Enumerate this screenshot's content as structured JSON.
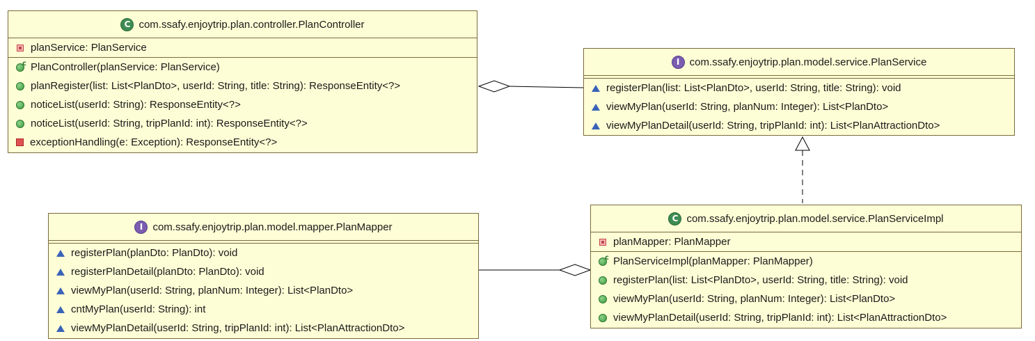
{
  "classes": {
    "plan_controller": {
      "title": "com.ssafy.enjoytrip.plan.controller.PlanController",
      "fields": [
        "planService: PlanService"
      ],
      "methods": [
        "PlanController(planService: PlanService)",
        "planRegister(list: List<PlanDto>, userId: String, title: String): ResponseEntity<?>",
        "noticeList(userId: String): ResponseEntity<?>",
        "noticeList(userId: String, tripPlanId: int): ResponseEntity<?>",
        "exceptionHandling(e: Exception): ResponseEntity<?>"
      ]
    },
    "plan_service": {
      "title": "com.ssafy.enjoytrip.plan.model.service.PlanService",
      "methods": [
        "registerPlan(list: List<PlanDto>, userId: String, title: String): void",
        "viewMyPlan(userId: String, planNum: Integer): List<PlanDto>",
        "viewMyPlanDetail(userId: String, tripPlanId: int): List<PlanAttractionDto>"
      ]
    },
    "plan_mapper": {
      "title": "com.ssafy.enjoytrip.plan.model.mapper.PlanMapper",
      "methods": [
        "registerPlan(planDto: PlanDto): void",
        "registerPlanDetail(planDto: PlanDto): void",
        "viewMyPlan(userId: String, planNum: Integer): List<PlanDto>",
        "cntMyPlan(userId: String): int",
        "viewMyPlanDetail(userId: String, tripPlanId: int): List<PlanAttractionDto>"
      ]
    },
    "plan_service_impl": {
      "title": "com.ssafy.enjoytrip.plan.model.service.PlanServiceImpl",
      "fields": [
        "planMapper: PlanMapper"
      ],
      "methods": [
        "PlanServiceImpl(planMapper: PlanMapper)",
        "registerPlan(list: List<PlanDto>, userId: String, title: String): void",
        "viewMyPlan(userId: String, planNum: Integer): List<PlanDto>",
        "viewMyPlanDetail(userId: String, tripPlanId: int): List<PlanAttractionDto>"
      ]
    }
  },
  "icons": {
    "class_type": "class-type-icon",
    "interface_type": "interface-type-icon",
    "private_field": "private-field-icon",
    "public_method": "public-method-icon",
    "private_method": "private-method-icon",
    "abstract_method": "abstract-method-icon",
    "constructor": "constructor-icon"
  },
  "colors": {
    "box_fill": "#fefed6",
    "box_border": "#7a6a3a",
    "class_icon": "#3d8c52",
    "interface_icon": "#7b5cb0",
    "abstract_method": "#3a63b8",
    "private_method": "#e05252"
  }
}
